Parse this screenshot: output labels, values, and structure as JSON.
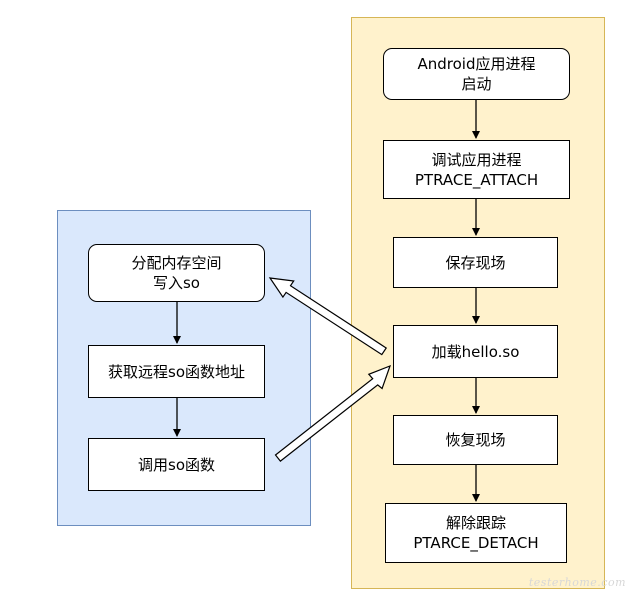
{
  "diagram": {
    "colors": {
      "left_fill": "#dae8fc",
      "left_border": "#6c8ebf",
      "right_fill": "#fff2cc",
      "right_border": "#d6b656",
      "node_fill": "#ffffff",
      "node_border": "#000000"
    },
    "right_column": {
      "start": "Android应用进程\n启动",
      "attach": "调试应用进程\nPTRACE_ATTACH",
      "save": "保存现场",
      "load": "加载hello.so",
      "restore": "恢复现场",
      "detach": "解除跟踪\nPTARCE_DETACH"
    },
    "left_column": {
      "alloc": "分配内存空间\n写入so",
      "getaddr": "获取远程so函数地址",
      "call": "调用so函数"
    },
    "watermark": "testerhome.com"
  }
}
